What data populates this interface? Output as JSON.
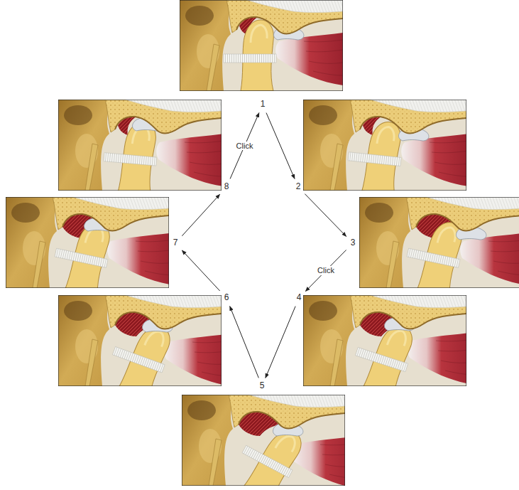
{
  "diagram": {
    "nodes": [
      {
        "text": [
          "1"
        ]
      },
      {
        "text": [
          "2"
        ]
      },
      {
        "text": [
          "3"
        ]
      },
      {
        "text": [
          "4"
        ]
      },
      {
        "text": [
          "5"
        ]
      },
      {
        "text": [
          "6"
        ]
      },
      {
        "text": [
          "7"
        ]
      },
      {
        "text": [
          "8"
        ]
      }
    ],
    "edges": [
      {
        "from": 0,
        "to": 1,
        "arrow": "to"
      },
      {
        "from": 1,
        "to": 2,
        "arrow": "to"
      },
      {
        "from": 2,
        "to": 3,
        "label": "Click",
        "arrow": "to"
      },
      {
        "from": 3,
        "to": 4,
        "arrow": "to"
      },
      {
        "from": 4,
        "to": 5,
        "arrow": "to"
      },
      {
        "from": 5,
        "to": 6,
        "arrow": "to"
      },
      {
        "from": 6,
        "to": 7,
        "arrow": "to"
      },
      {
        "from": 7,
        "to": 0,
        "label": "Click",
        "arrow": "to"
      }
    ]
  }
}
